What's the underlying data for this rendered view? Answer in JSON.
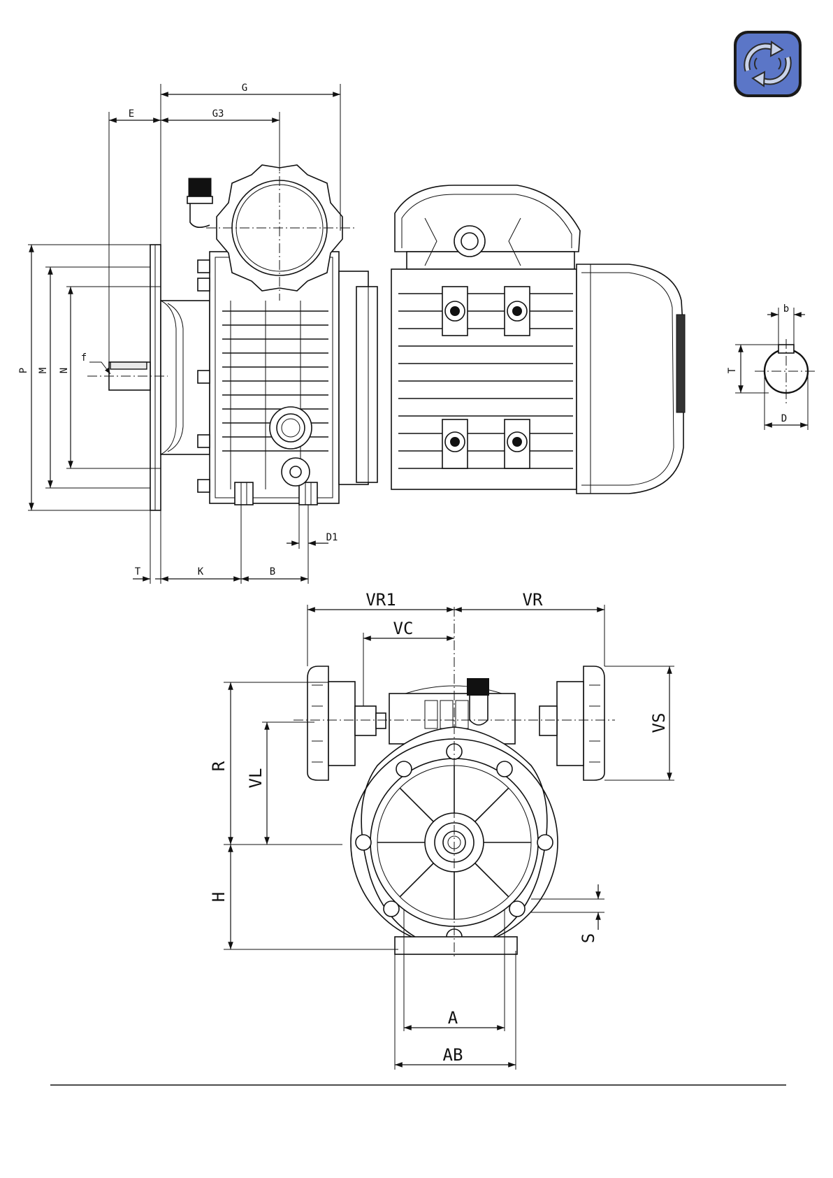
{
  "logo": {
    "icon": "rotating-arrows-icon",
    "background": "#5b76c7",
    "border": "#1a1a1a"
  },
  "side_view": {
    "dims": {
      "g": "G",
      "g3": "G3",
      "e": "E",
      "p": "P",
      "m": "M",
      "n": "N",
      "f": "f",
      "t": "T",
      "k": "K",
      "b": "B",
      "d1": "D1"
    }
  },
  "shaft_section": {
    "dims": {
      "b": "b",
      "t": "T",
      "d": "D"
    }
  },
  "front_view": {
    "dims": {
      "vr1": "VR1",
      "vr": "VR",
      "vc": "VC",
      "vs": "VS",
      "r": "R",
      "vl": "VL",
      "h": "H",
      "s": "S",
      "a": "A",
      "ab": "AB"
    }
  }
}
